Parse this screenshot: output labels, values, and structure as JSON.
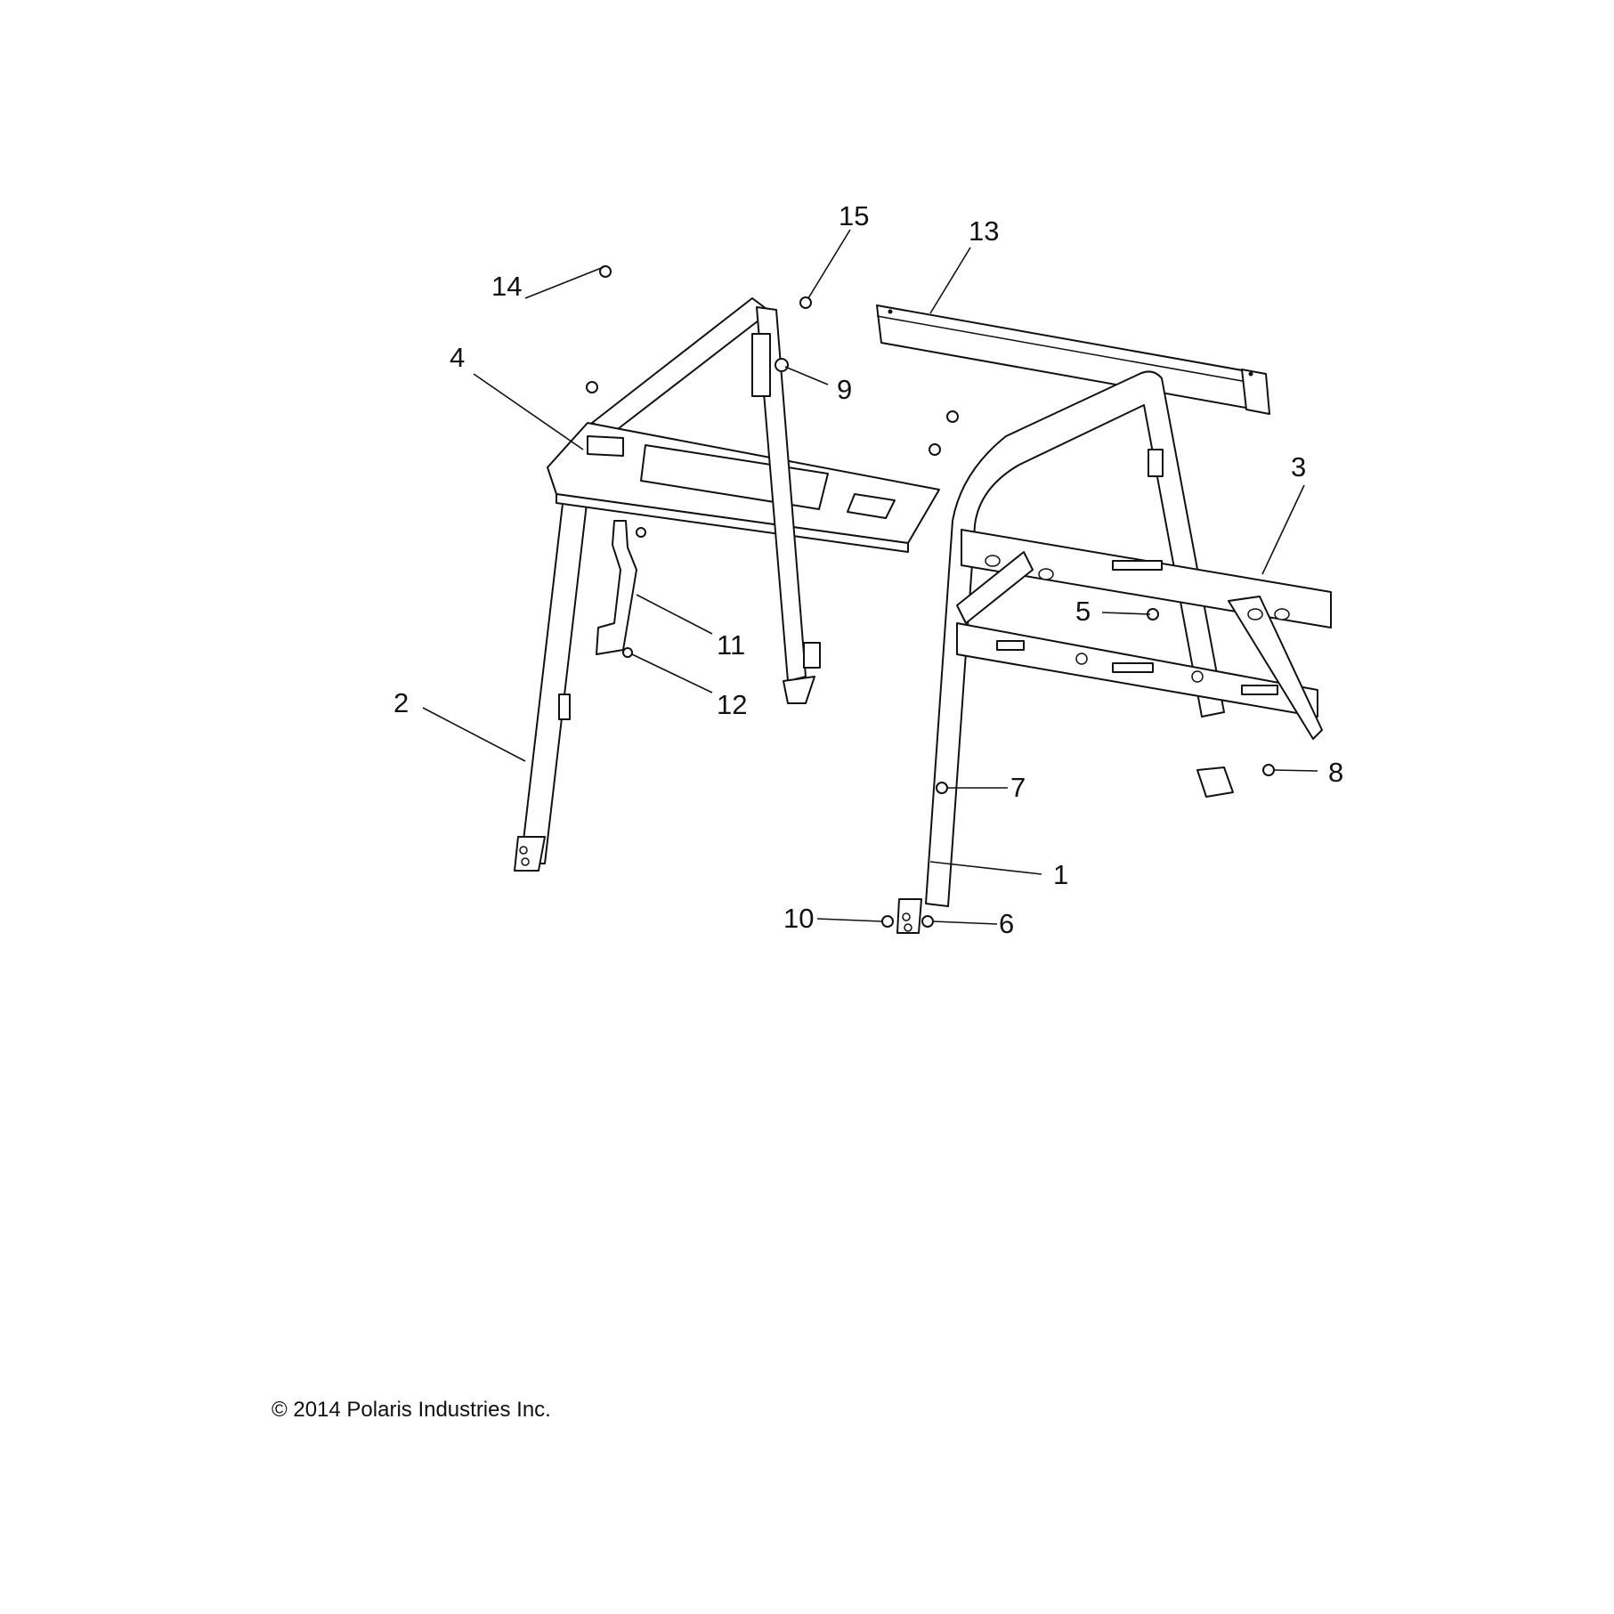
{
  "callouts": [
    {
      "id": "c1",
      "label": "1"
    },
    {
      "id": "c2",
      "label": "2"
    },
    {
      "id": "c3",
      "label": "3"
    },
    {
      "id": "c4",
      "label": "4"
    },
    {
      "id": "c5",
      "label": "5"
    },
    {
      "id": "c6",
      "label": "6"
    },
    {
      "id": "c7",
      "label": "7"
    },
    {
      "id": "c8",
      "label": "8"
    },
    {
      "id": "c9",
      "label": "9"
    },
    {
      "id": "c10",
      "label": "10"
    },
    {
      "id": "c11",
      "label": "11"
    },
    {
      "id": "c12",
      "label": "12"
    },
    {
      "id": "c13",
      "label": "13"
    },
    {
      "id": "c14",
      "label": "14"
    },
    {
      "id": "c15",
      "label": "15"
    }
  ],
  "copyright": "© 2014 Polaris Industries Inc."
}
